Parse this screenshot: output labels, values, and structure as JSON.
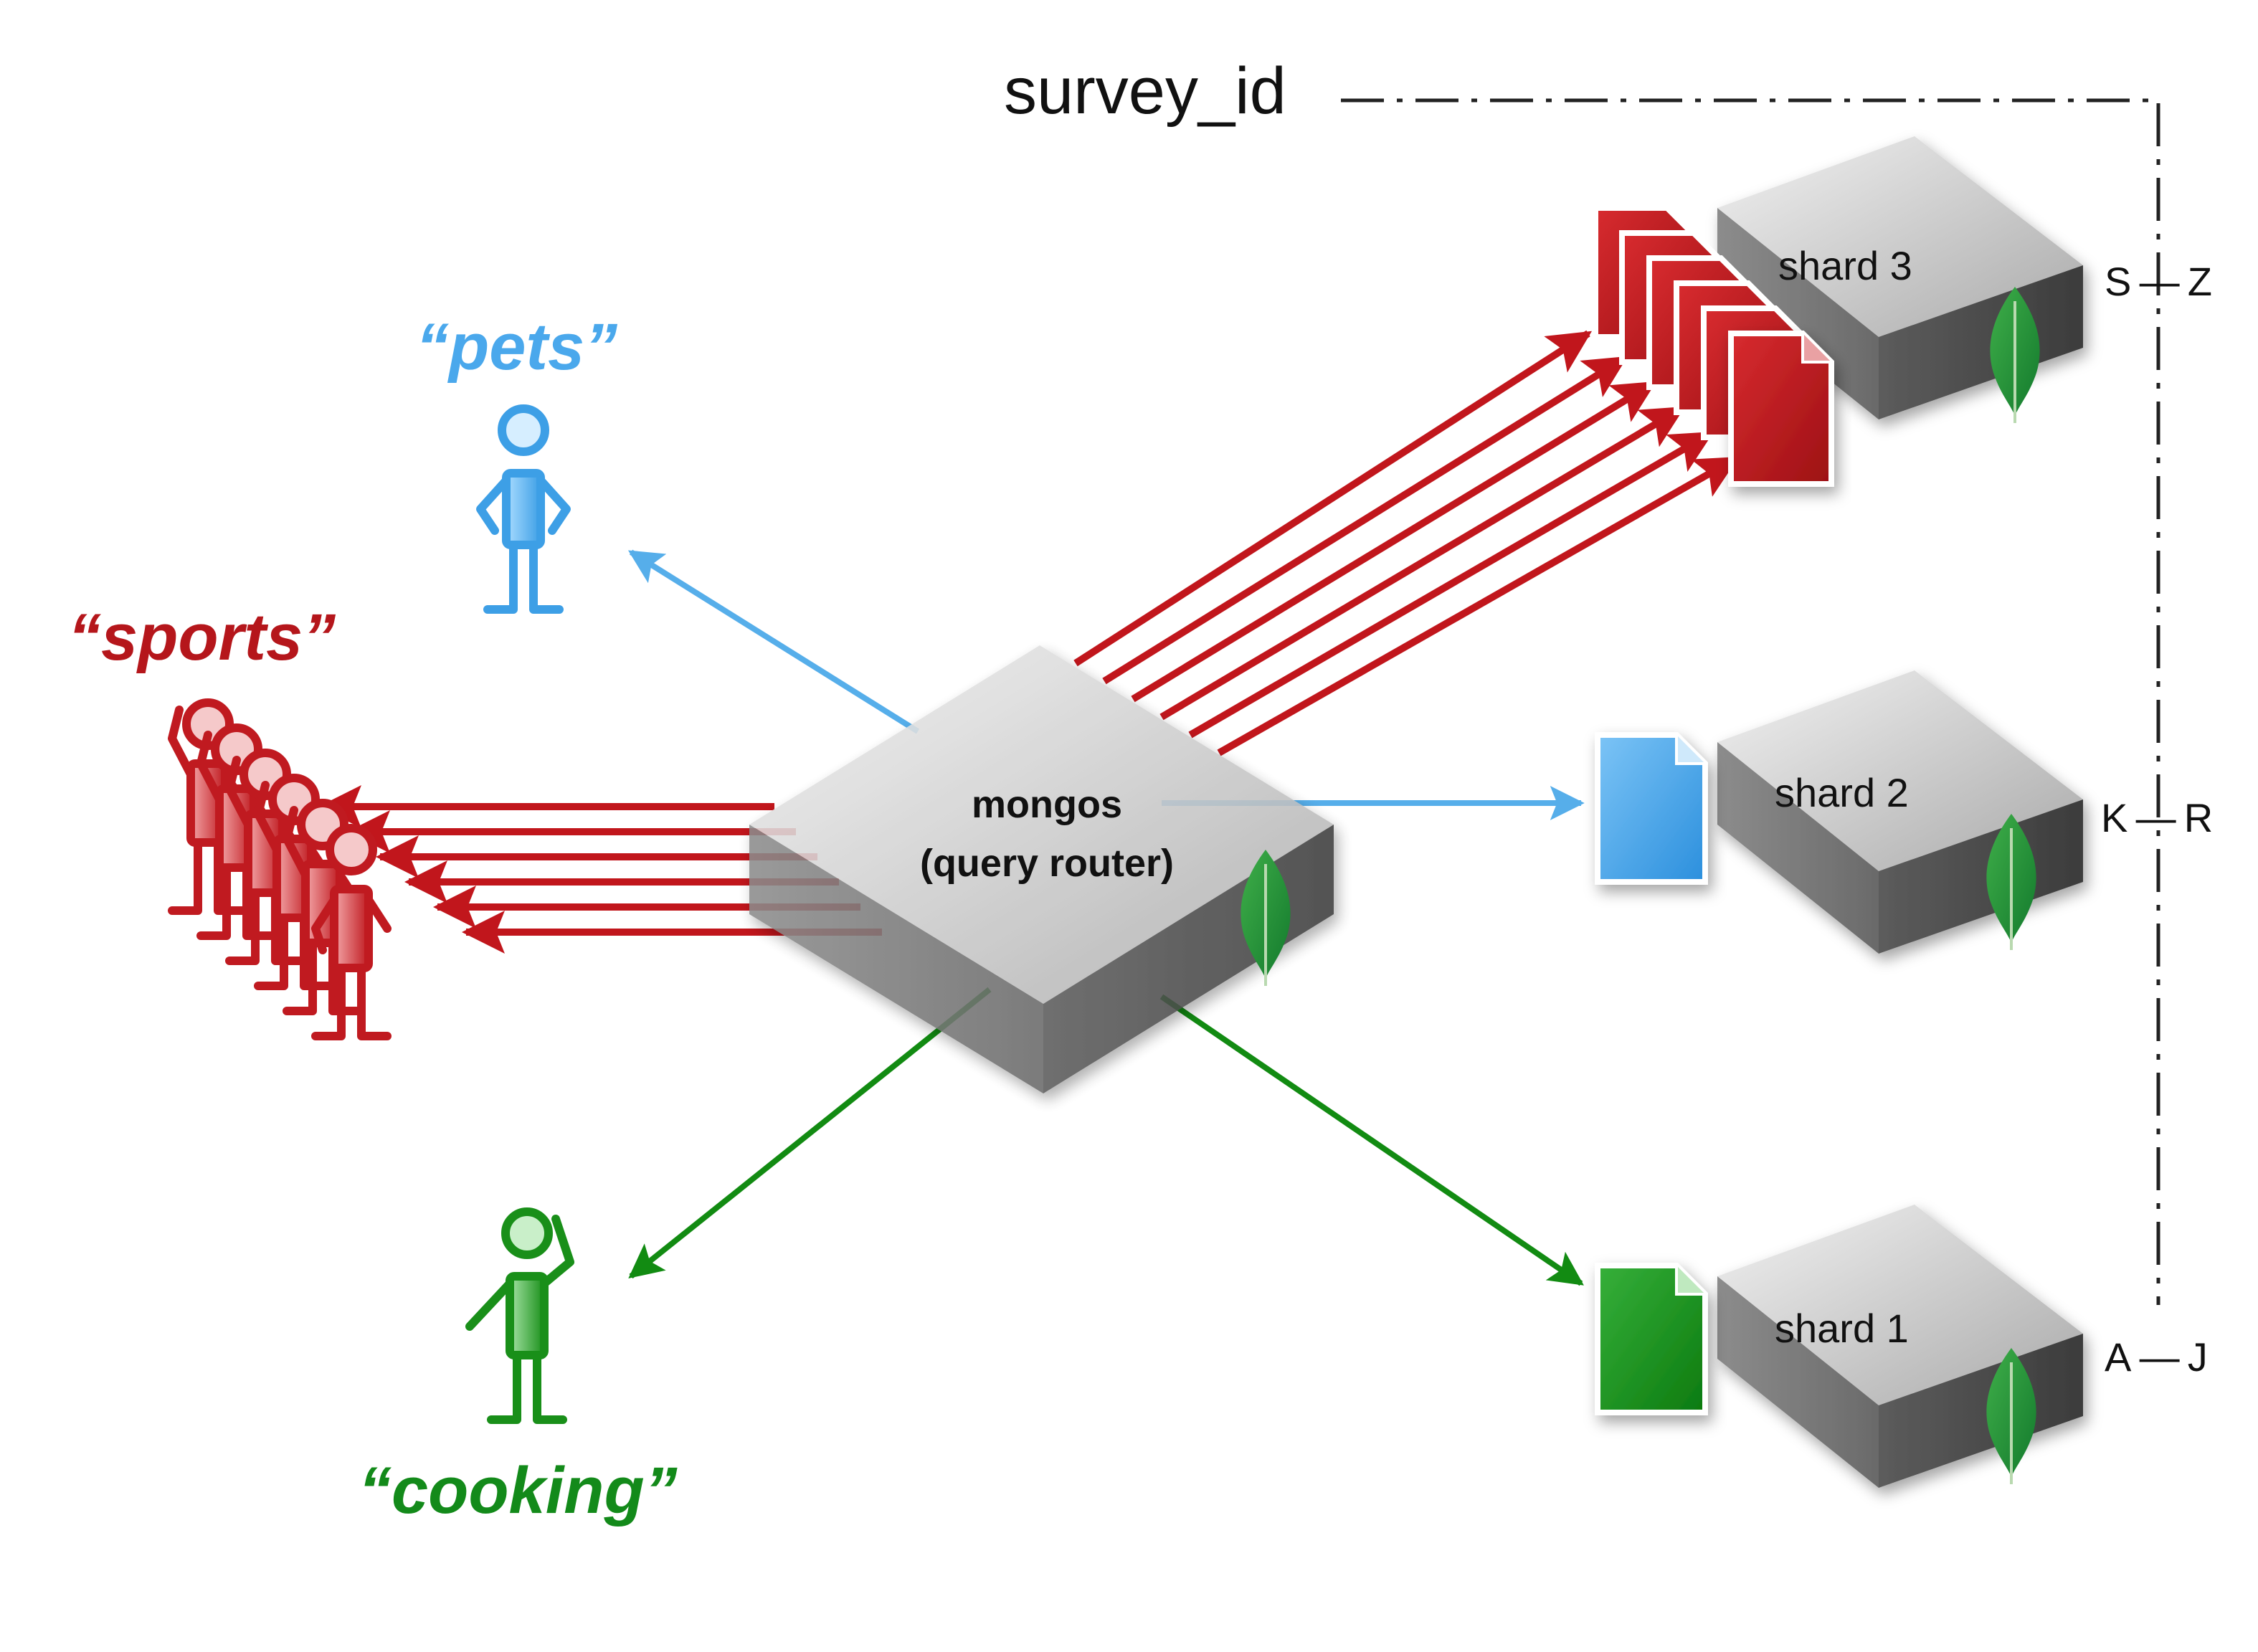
{
  "shard_key": "survey_id",
  "router": {
    "line1": "mongos",
    "line2": "(query router)"
  },
  "shards": [
    {
      "label": "shard 3",
      "range": "S — Z"
    },
    {
      "label": "shard 2",
      "range": "K — R"
    },
    {
      "label": "shard 1",
      "range": "A — J"
    }
  ],
  "queries": [
    {
      "label": "“pets”",
      "color": "#4aa8ec"
    },
    {
      "label": "“sports”",
      "color": "#b5161b"
    },
    {
      "label": "“cooking”",
      "color": "#138a1a"
    }
  ],
  "colors": {
    "red": "#c1161c",
    "blue": "#56aeea",
    "green": "#128b12",
    "box_top": "#d8d8d8",
    "box_side": "#555555",
    "leaf": "#1a8f3c"
  },
  "icons": [
    "person-icon",
    "document-icon",
    "mongodb-leaf-icon",
    "server-box-icon"
  ]
}
